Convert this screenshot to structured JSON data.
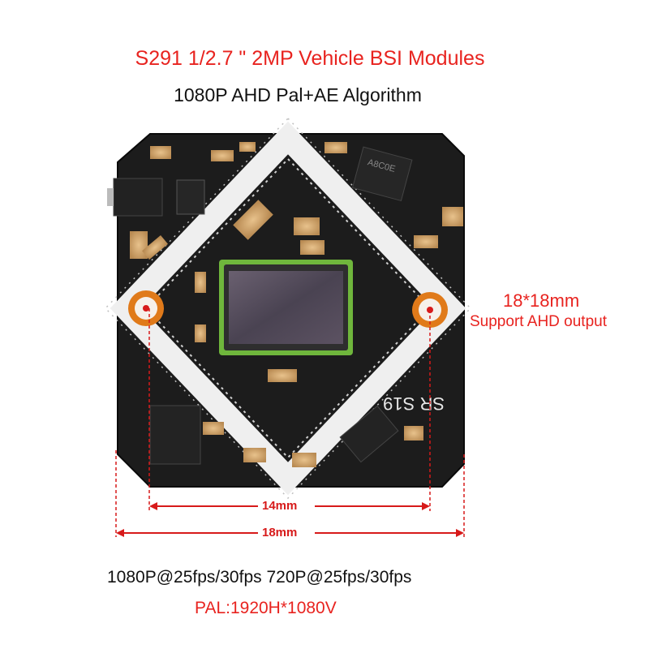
{
  "title": "S291 1/2.7 \" 2MP Vehicle BSI  Modules",
  "subtitle": "1080P AHD Pal+AE Algorithm",
  "size_label": "18*18mm",
  "ahd_label": "Support AHD output",
  "dim_inner": "14mm",
  "dim_outer": "18mm",
  "resolution_label": "1080P@25fps/30fps    720P@25fps/30fps",
  "pal_label": "PAL:1920H*1080V",
  "board_marking": "SR S19",
  "chip_marking_top": "A8C0E",
  "colors": {
    "accent": "#e8231f",
    "board": "#1a1a1a",
    "silkscreen": "#f2f2f2",
    "copper": "#e07a1a",
    "sensor_frame": "#7bc043"
  }
}
